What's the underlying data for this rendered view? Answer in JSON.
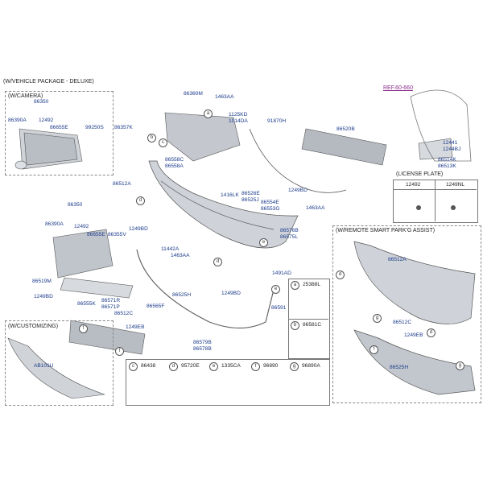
{
  "headers": {
    "vehicle_package": "(W/VEHICLE PACKAGE - DELUXE)",
    "camera": "(W/CAMERA)",
    "customizing": "(W/CUSTOMIZING)",
    "remote_park": "(W/REMOTE SMART PARK'G ASSIST)",
    "license_plate": "(LICENSE PLATE)",
    "reference": "REF.60-660"
  },
  "labels": {
    "p86350a": "86350",
    "p86390a_a": "86390A",
    "p12492_a": "12492",
    "p86655e_a": "86655E",
    "p99250s": "99250S",
    "p86360m": "86360M",
    "p1463aa_top": "1463AA",
    "p1125kd": "1125KD",
    "p1014da": "1014DA",
    "p91870h": "91870H",
    "p86520b": "86520B",
    "p86357k": "86357K",
    "p86558c": "86558C",
    "p86558a": "86558A",
    "p86512a_main": "86512A",
    "p1416lk": "1416LK",
    "p86526e": "86526E",
    "p86525j": "86525J",
    "p86554e": "86554E",
    "p86553g": "86553G",
    "p1249bd_a": "1249BD",
    "p1463aa_b": "1463AA",
    "p86576b": "86576B",
    "p86575l": "86575L",
    "p86350b": "86350",
    "p86390a_b": "86390A",
    "p12492_b": "12492",
    "p86655e_b": "86655E",
    "p86355v": "86355V",
    "p1249bd_b": "1249BD",
    "p11442a": "11442A",
    "p1463aa_c": "1463AA",
    "p1491ad": "1491AD",
    "p86519m": "86519M",
    "p1249bd_c": "1249BD",
    "p86555k": "86555K",
    "p86571r": "86571R",
    "p86571p": "86571P",
    "p86525h_main": "86525H",
    "p1249bd_d": "1249BD",
    "p86565f": "86565F",
    "p86591": "86591",
    "p86512c_main": "86512C",
    "p1249eb_main": "1249EB",
    "p86579b": "86579B",
    "p86578b": "86578B",
    "pab101u": "AB101U",
    "p12441": "12441",
    "p1244bj": "1244BJ",
    "p86514k": "86514K",
    "p86513k": "86513K",
    "p86512a_r": "86512A",
    "p86512c_r": "86512C",
    "p1249eb_r": "1249EB",
    "p86525h_r": "86525H"
  },
  "license_table": {
    "col1": "12492",
    "col2": "1249NL"
  },
  "parts_table": {
    "a_code": "25388L",
    "b_code": "86581C",
    "c_code": "86438",
    "d_code": "95720E",
    "e_code": "1335CA",
    "f_code": "96890",
    "g_code": "96890A"
  },
  "callouts": [
    "a",
    "b",
    "c",
    "d",
    "e",
    "f",
    "g"
  ]
}
